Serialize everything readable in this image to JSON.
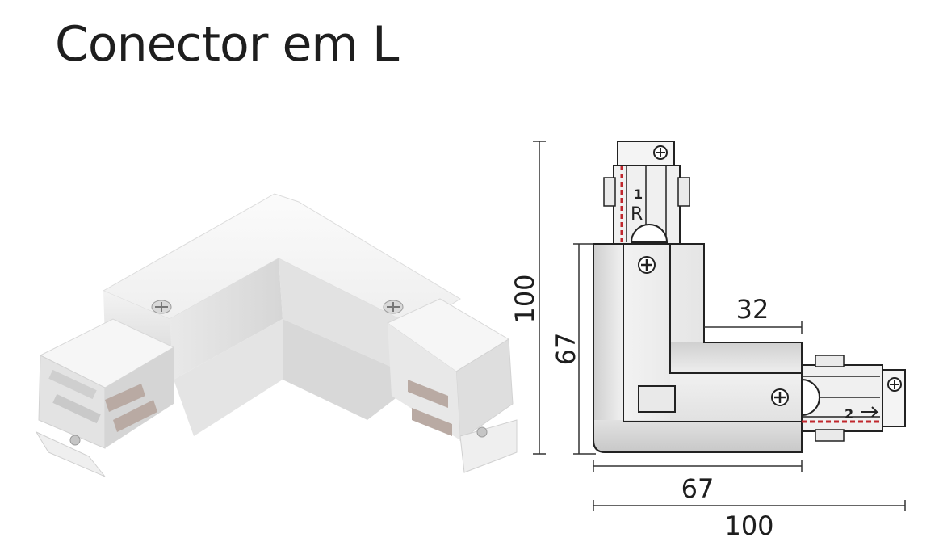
{
  "title": "Conector em L",
  "dimensions": {
    "vertical_total": "100",
    "vertical_body": "67",
    "horizontal_arm": "32",
    "horizontal_body": "67",
    "horizontal_total": "100"
  },
  "markings": {
    "letter_r": "R",
    "top_arrow_number": "1",
    "right_arrow_number": "2"
  },
  "colors": {
    "body_fill": "#e6e6e6",
    "outline": "#222222",
    "wire_accent": "#c0272d"
  }
}
